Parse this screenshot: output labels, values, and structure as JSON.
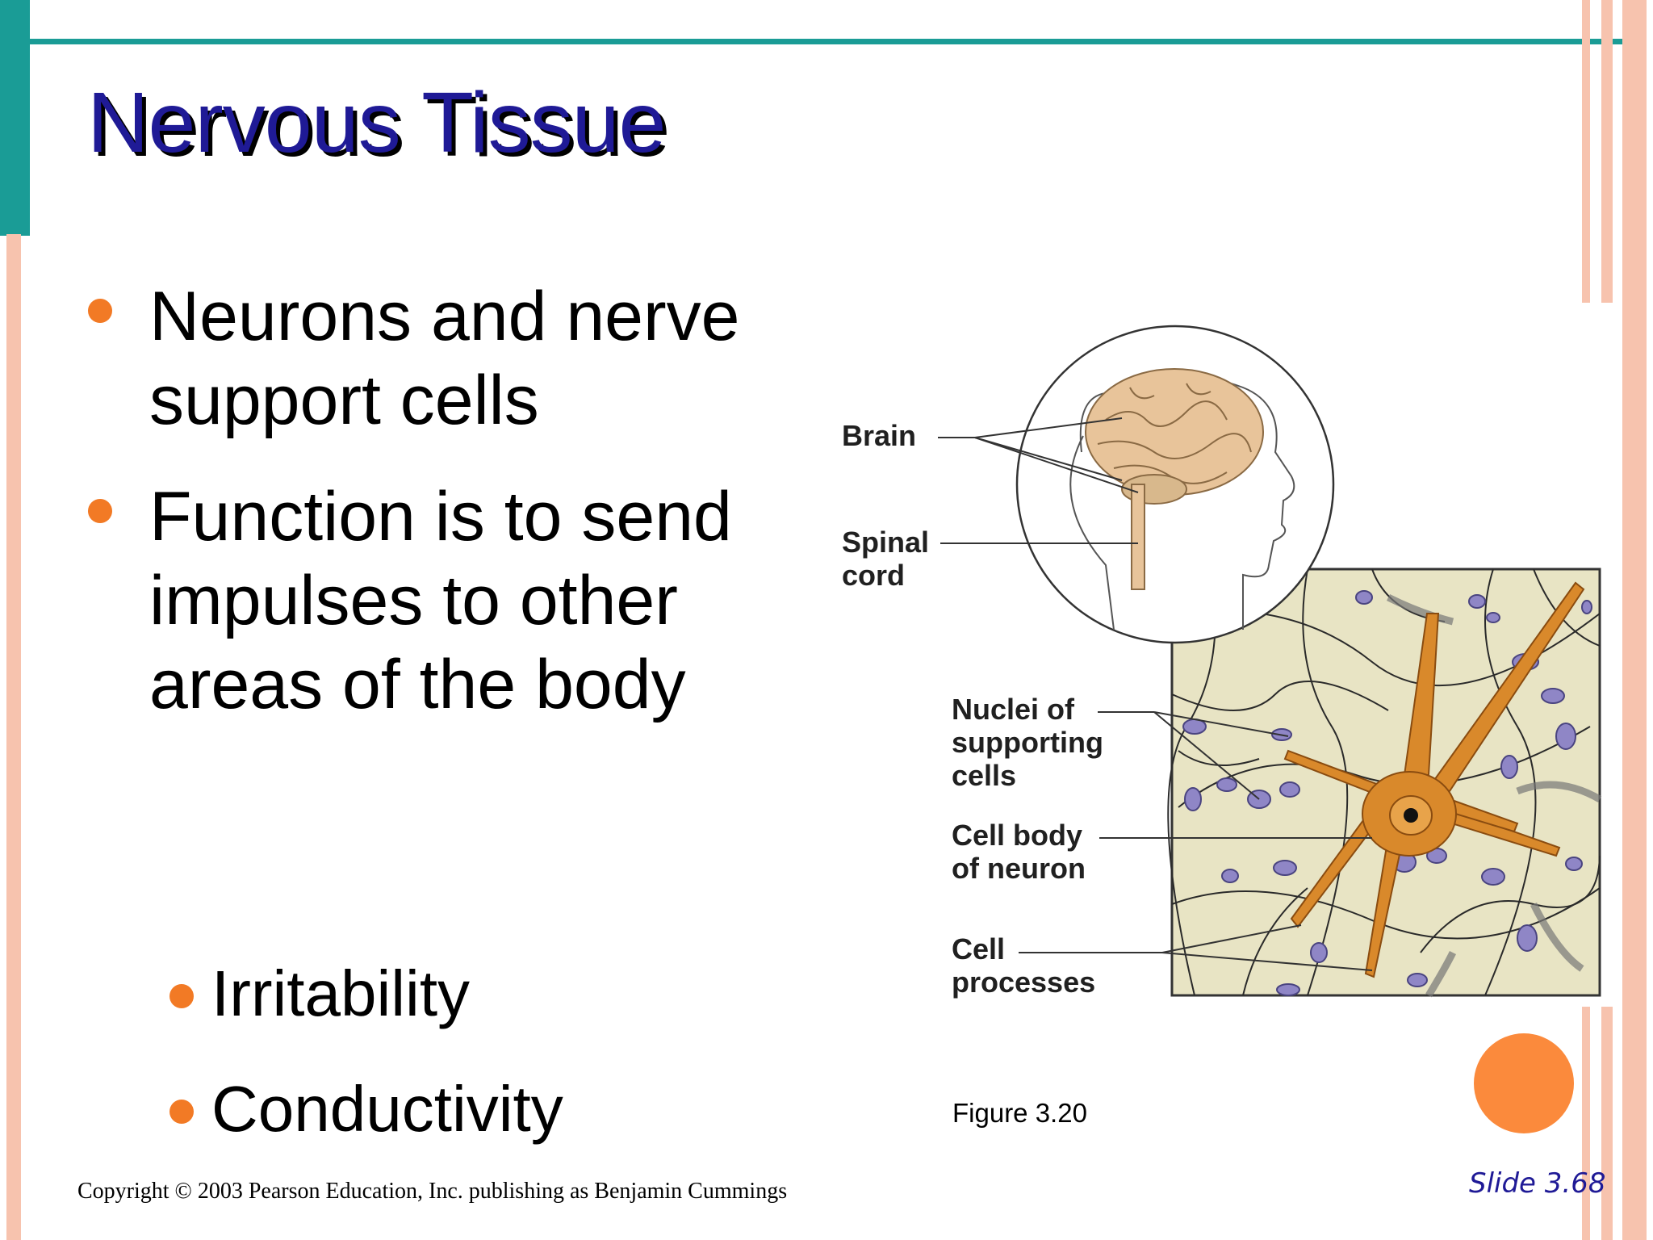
{
  "title": "Nervous Tissue",
  "bullets": [
    "Neurons and nerve support cells",
    "Function is to send impulses to other areas of the body"
  ],
  "sub_bullets": [
    "Irritability",
    "Conductivity"
  ],
  "figure": {
    "labels": {
      "brain": "Brain",
      "spinal_1": "Spinal",
      "spinal_2": "cord",
      "nuclei_1": "Nuclei of",
      "nuclei_2": "supporting",
      "nuclei_3": "cells",
      "cellbody_1": "Cell body",
      "cellbody_2": "of neuron",
      "proc_1": "Cell",
      "proc_2": "processes"
    },
    "caption": "Figure 3.20"
  },
  "footer": {
    "copyright": "Copyright © 2003 Pearson Education, Inc. publishing as Benjamin Cummings",
    "slide_number": "Slide 3.68"
  },
  "colors": {
    "title": "#1f1a96",
    "accent_teal": "#1a9c96",
    "bullet_orange": "#f27a25",
    "frame_peach": "#f7c3ae",
    "neuron_orange": "#d9892b",
    "nuclei_purple": "#8f86c6",
    "tissue_bg": "#e8e4c4"
  }
}
